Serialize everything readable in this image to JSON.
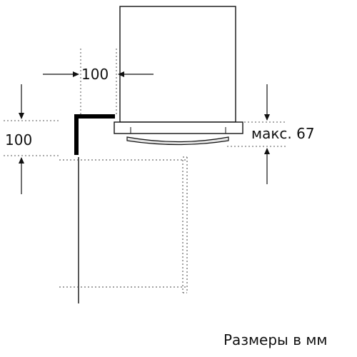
{
  "labels": {
    "top_offset": "100",
    "side_offset": "100",
    "max_height": "макс. 67",
    "caption": "Размеры в мм"
  },
  "colors": {
    "line": "#111111",
    "grey": "#777777",
    "background": "#ffffff"
  }
}
